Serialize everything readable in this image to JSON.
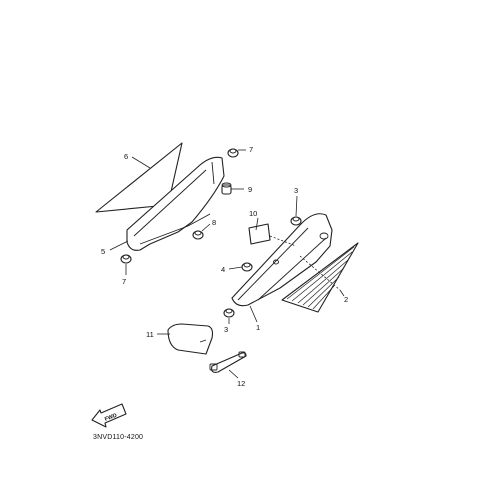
{
  "diagram": {
    "callouts": {
      "p1": "1",
      "p2": "2",
      "p3a": "3",
      "p3b": "3",
      "p4": "4",
      "p5": "5",
      "p6": "6",
      "p7a": "7",
      "p7b": "7",
      "p8": "8",
      "p9": "9",
      "p10": "10",
      "p11": "11",
      "p12": "12"
    },
    "fwd_label": "FWD",
    "drawing_code": "3NVD110-4200"
  }
}
